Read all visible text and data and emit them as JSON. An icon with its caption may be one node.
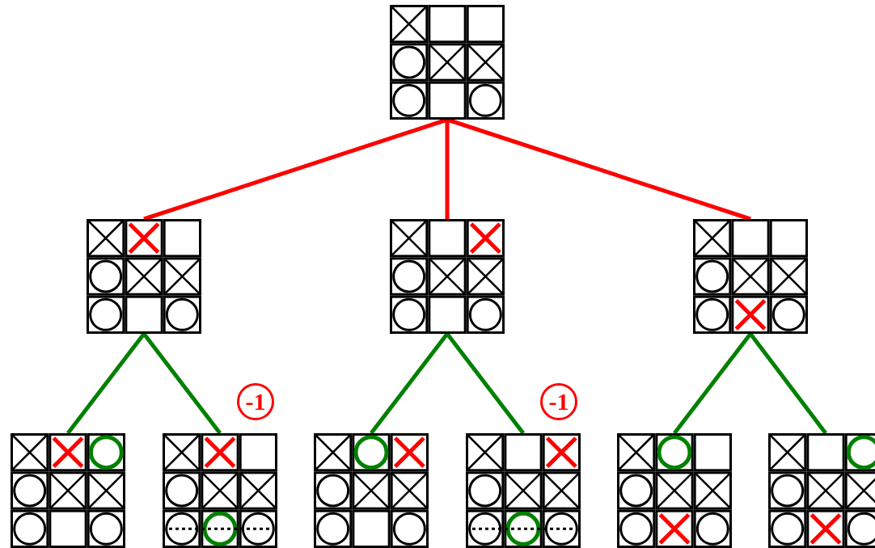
{
  "diagram": {
    "nodes": [
      {
        "text": [],
        "shape": "picture"
      },
      {
        "text": [],
        "shape": "picture"
      },
      {
        "text": [],
        "shape": "picture"
      },
      {
        "text": [],
        "shape": "picture"
      },
      {
        "text": [],
        "shape": "picture"
      },
      {
        "text": [],
        "shape": "picture",
        "beside": [
          "-1"
        ]
      },
      {
        "text": [],
        "shape": "picture"
      },
      {
        "text": [],
        "shape": "picture",
        "beside": [
          "-1"
        ]
      },
      {
        "text": [],
        "shape": "picture"
      },
      {
        "text": [],
        "shape": "picture"
      }
    ],
    "edges": [
      {
        "from": 0,
        "to": 1,
        "arrow": "none",
        "color": "#ff0000"
      },
      {
        "from": 0,
        "to": 2,
        "arrow": "none",
        "color": "#ff0000"
      },
      {
        "from": 0,
        "to": 3,
        "arrow": "none",
        "color": "#ff0000"
      },
      {
        "from": 1,
        "to": 4,
        "arrow": "none"
      },
      {
        "from": 1,
        "to": 5,
        "arrow": "none"
      },
      {
        "from": 2,
        "to": 6,
        "arrow": "none"
      },
      {
        "from": 2,
        "to": 7,
        "arrow": "none"
      },
      {
        "from": 3,
        "to": 8,
        "arrow": "none"
      },
      {
        "from": 3,
        "to": 9,
        "arrow": "none"
      }
    ]
  }
}
